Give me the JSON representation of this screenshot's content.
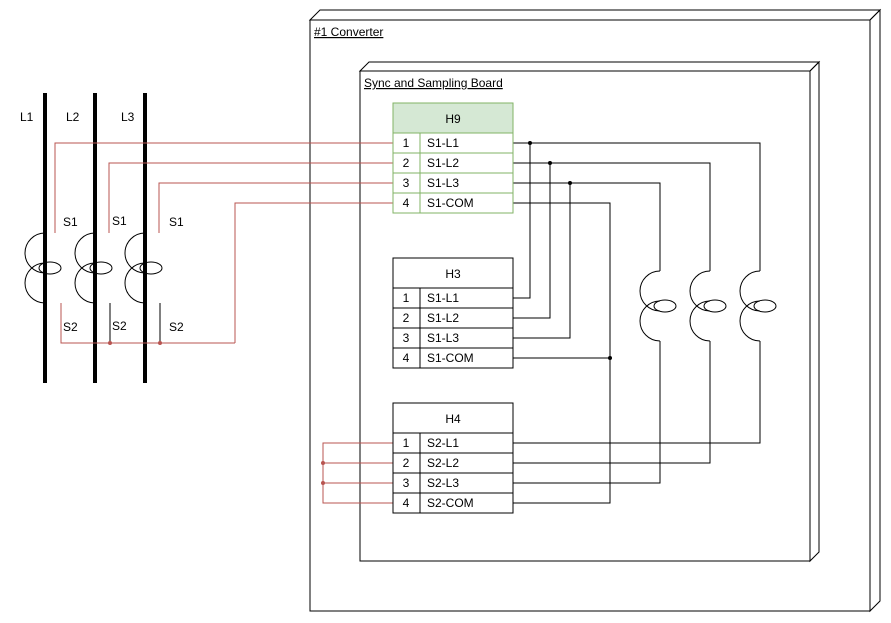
{
  "converter": {
    "title": "#1 Converter"
  },
  "board": {
    "title": "Sync and Sampling Board"
  },
  "phases": [
    "L1",
    "L2",
    "L3"
  ],
  "ct_labels": {
    "s1": "S1",
    "s2": "S2"
  },
  "connectors": {
    "h9": {
      "title": "H9",
      "pins": [
        {
          "num": "1",
          "label": "S1-L1"
        },
        {
          "num": "2",
          "label": "S1-L2"
        },
        {
          "num": "3",
          "label": "S1-L3"
        },
        {
          "num": "4",
          "label": "S1-COM"
        }
      ]
    },
    "h3": {
      "title": "H3",
      "pins": [
        {
          "num": "1",
          "label": "S1-L1"
        },
        {
          "num": "2",
          "label": "S1-L2"
        },
        {
          "num": "3",
          "label": "S1-L3"
        },
        {
          "num": "4",
          "label": "S1-COM"
        }
      ]
    },
    "h4": {
      "title": "H4",
      "pins": [
        {
          "num": "1",
          "label": "S2-L1"
        },
        {
          "num": "2",
          "label": "S2-L2"
        },
        {
          "num": "3",
          "label": "S2-L3"
        },
        {
          "num": "4",
          "label": "S2-COM"
        }
      ]
    }
  },
  "colors": {
    "h9_fill": "#d5e8d4",
    "h9_border": "#82b366",
    "external_wire": "#b85450",
    "internal_wire": "#000000"
  }
}
